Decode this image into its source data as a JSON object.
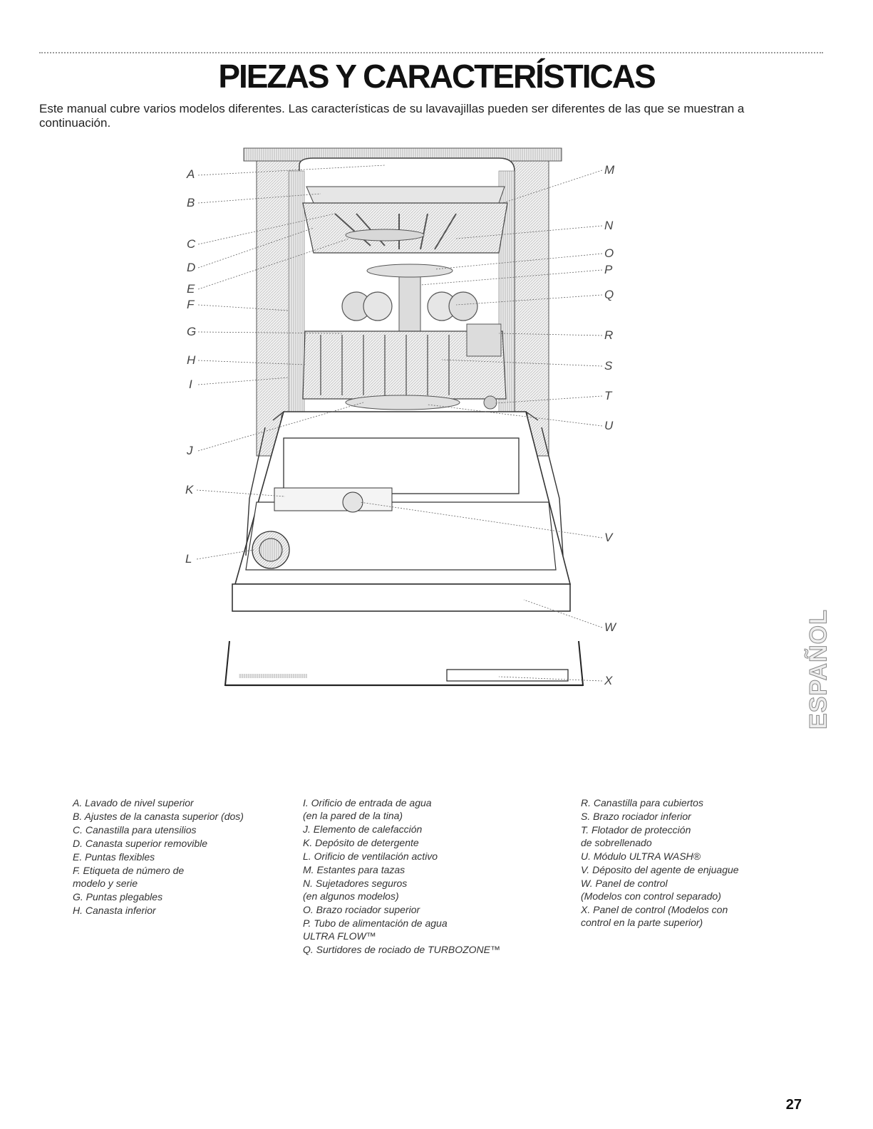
{
  "title": "PIEZAS Y CARACTERÍSTICAS",
  "intro": "Este manual cubre varios modelos diferentes. Las características de su lavavajillas pueden ser diferentes de las que se muestran a continuación.",
  "side_tab": "ESPAÑOL",
  "page_number": "27",
  "callouts": [
    "A",
    "B",
    "C",
    "D",
    "E",
    "F",
    "G",
    "H",
    "I",
    "J",
    "K",
    "L",
    "M",
    "N",
    "O",
    "P",
    "Q",
    "R",
    "S",
    "T",
    "U",
    "V",
    "W",
    "X"
  ],
  "legend": {
    "col1": [
      "A. Lavado de nivel superior",
      "B. Ajustes de la canasta superior (dos)",
      "C. Canastilla para utensilios",
      "D. Canasta superior removible",
      "E. Puntas flexibles",
      "F. Etiqueta de número de\n    modelo y serie",
      "G. Puntas plegables",
      "H. Canasta inferior"
    ],
    "col2": [
      "I. Orificio de entrada de agua\n   (en la pared de la tina)",
      "J. Elemento de calefacción",
      "K. Depósito de detergente",
      "L. Orificio de ventilación activo",
      "M. Estantes para tazas",
      "N. Sujetadores seguros\n    (en algunos modelos)",
      "O. Brazo rociador superior",
      "P. Tubo de alimentación de agua\n    ULTRA FLOW™",
      "Q. Surtidores de rociado de TURBOZONE™"
    ],
    "col3": [
      "R. Canastilla para cubiertos",
      "S. Brazo rociador inferior",
      "T. Flotador de protección\n    de sobrellenado",
      "U. Módulo ULTRA WASH®",
      "V. Déposito del agente de enjuague",
      "W. Panel de control\n     (Modelos con control separado)",
      "X. Panel de control (Modelos con\n    control en la parte superior)"
    ]
  }
}
